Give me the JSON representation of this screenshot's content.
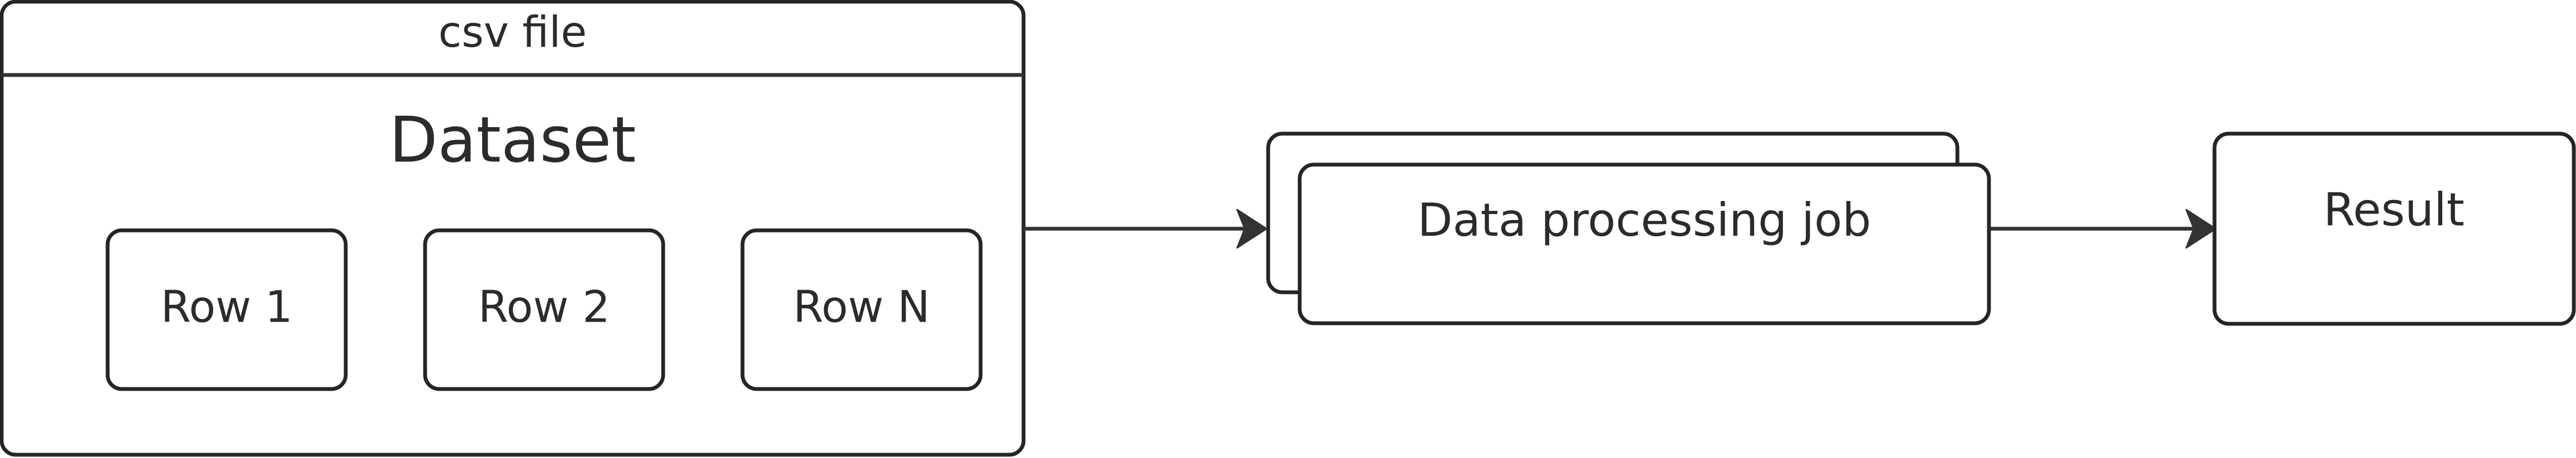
{
  "container": {
    "title": "csv file",
    "heading": "Dataset",
    "rows": [
      "Row 1",
      "Row 2",
      "Row N"
    ]
  },
  "process": {
    "label": "Data processing job"
  },
  "output": {
    "label": "Result"
  },
  "colors": {
    "stroke": "#252525",
    "arrow": "#333333",
    "text": "#2b2b2b",
    "fill": "#ffffff"
  }
}
